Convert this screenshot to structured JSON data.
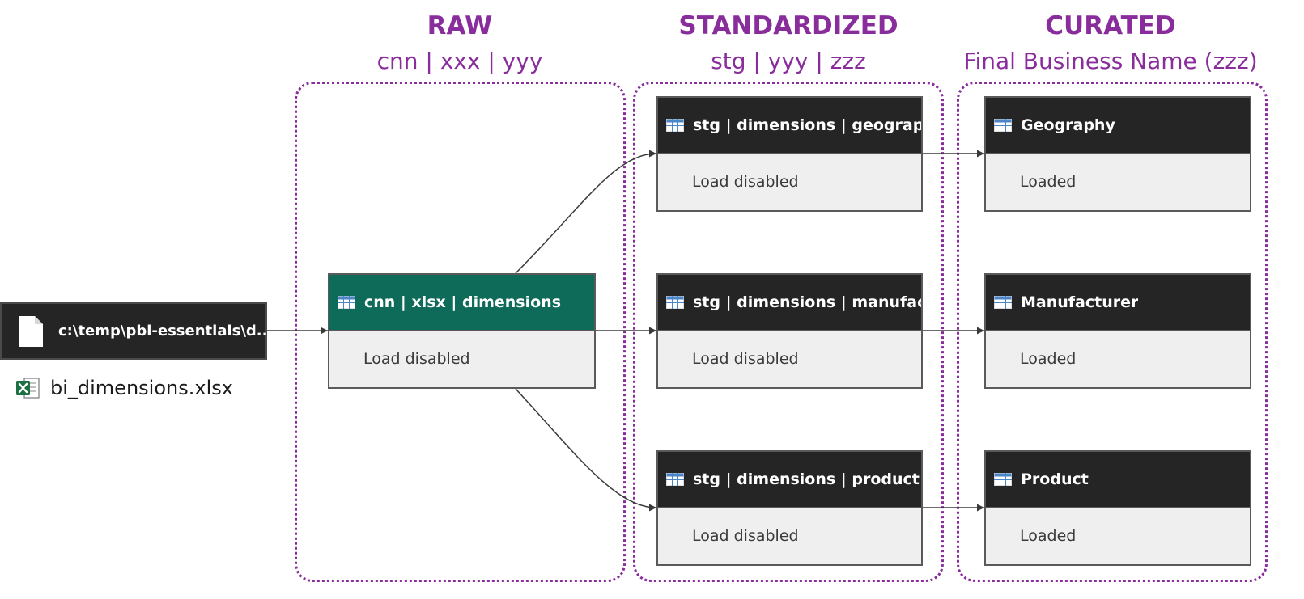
{
  "stages": {
    "raw": {
      "title": "RAW",
      "subtitle": "cnn | xxx | yyy"
    },
    "standardized": {
      "title": "STANDARDIZED",
      "subtitle": "stg | yyy | zzz"
    },
    "curated": {
      "title": "CURATED",
      "subtitle": "Final Business Name (zzz)"
    }
  },
  "source": {
    "path_label": "c:\\temp\\pbi-essentials\\d...",
    "file_icon": "file-icon",
    "excel_icon": "excel-icon",
    "file_name": "bi_dimensions.xlsx"
  },
  "raw_node": {
    "title": "cnn | xlsx | dimensions",
    "status": "Load disabled",
    "icon": "table-icon",
    "header_color": "#0f6b59"
  },
  "standardized_nodes": [
    {
      "title": "stg | dimensions | geography",
      "status": "Load disabled",
      "icon": "table-icon"
    },
    {
      "title": "stg | dimensions | manufact...",
      "status": "Load disabled",
      "icon": "table-icon"
    },
    {
      "title": "stg | dimensions | product",
      "status": "Load disabled",
      "icon": "table-icon"
    }
  ],
  "curated_nodes": [
    {
      "title": "Geography",
      "status": "Loaded",
      "icon": "table-icon"
    },
    {
      "title": "Manufacturer",
      "status": "Loaded",
      "icon": "table-icon"
    },
    {
      "title": "Product",
      "status": "Loaded",
      "icon": "table-icon"
    }
  ],
  "colors": {
    "accent": "#8a2d9c",
    "node_header": "#252525",
    "node_body": "#efefef"
  }
}
